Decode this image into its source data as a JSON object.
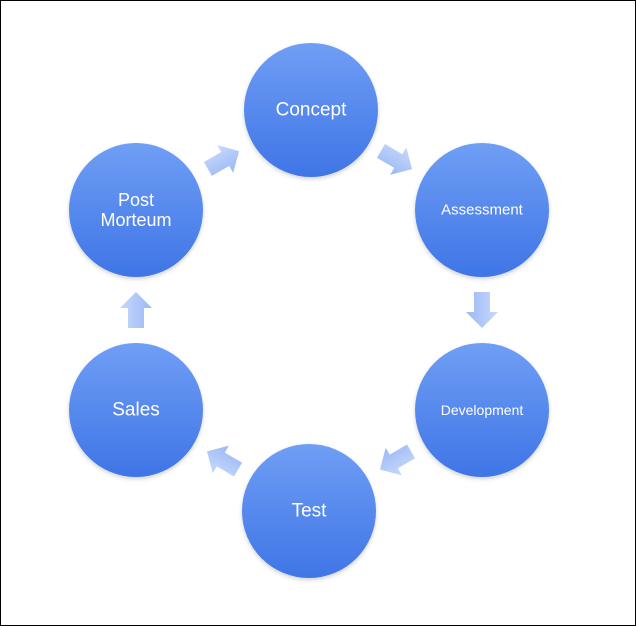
{
  "diagram": {
    "type": "cycle",
    "colors": {
      "node_top": "#6f9ef5",
      "node_bottom": "#3f75e6",
      "arrow_top": "#c7d8fb",
      "arrow_bottom": "#9bb9f6",
      "text": "#ffffff",
      "border": "#000000",
      "background": "#ffffff"
    },
    "nodes": [
      {
        "id": "concept",
        "lines": [
          "Concept"
        ]
      },
      {
        "id": "assessment",
        "lines": [
          "Assessment"
        ]
      },
      {
        "id": "development",
        "lines": [
          "Development"
        ]
      },
      {
        "id": "test",
        "lines": [
          "Test"
        ]
      },
      {
        "id": "sales",
        "lines": [
          "Sales"
        ]
      },
      {
        "id": "post-morteum",
        "lines": [
          "Post",
          "Morteum"
        ]
      }
    ],
    "edges": [
      {
        "from": "concept",
        "to": "assessment"
      },
      {
        "from": "assessment",
        "to": "development"
      },
      {
        "from": "development",
        "to": "test"
      },
      {
        "from": "test",
        "to": "sales"
      },
      {
        "from": "sales",
        "to": "post-morteum"
      },
      {
        "from": "post-morteum",
        "to": "concept"
      }
    ]
  }
}
